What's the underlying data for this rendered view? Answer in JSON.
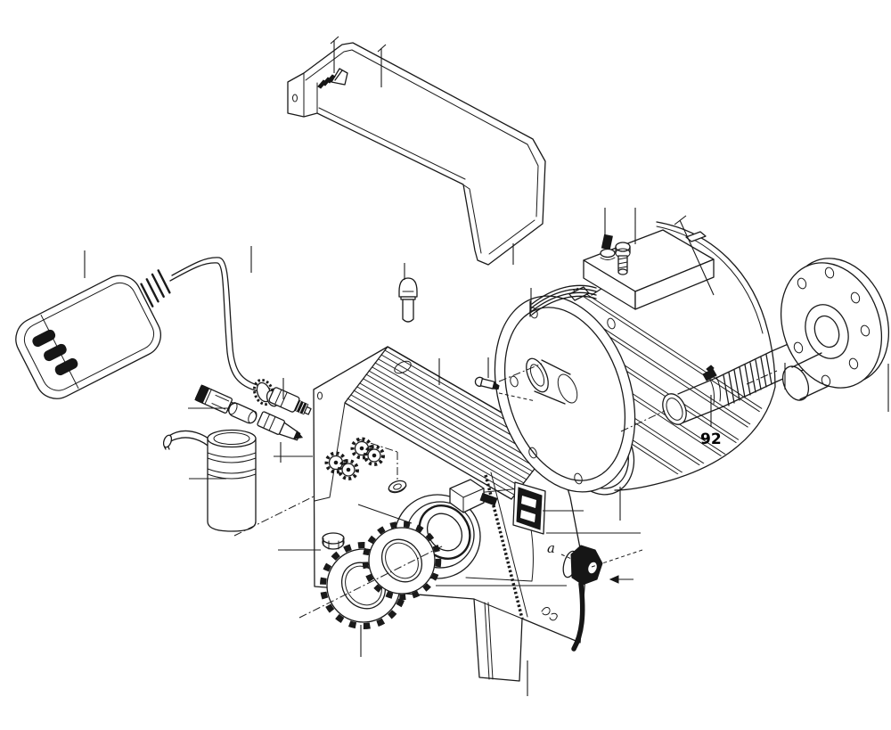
{
  "diagram": {
    "background_color": "#ffffff",
    "line_color": "#1a1a1a",
    "labels": {
      "part_92": "92",
      "annotation_a": "a"
    },
    "parts": [
      "mounting-bracket",
      "bracket-screw",
      "hex-head-bolt",
      "power-plug",
      "power-cable",
      "cable-connector",
      "glow-plug-fitting",
      "spacer-sleeve",
      "nozzle-fitting",
      "fluid-canister",
      "canister-hose",
      "pump-housing",
      "housing-cooling-fins",
      "knurled-nuts",
      "hex-nut",
      "flat-nut",
      "bearing-boss",
      "toothed-lock-washer-front",
      "toothed-lock-washer-rear",
      "stud-block",
      "rocker-switch",
      "cable-gland",
      "gland-cable",
      "support-leg",
      "shaft-seal-ring",
      "electric-motor",
      "motor-terminal-box",
      "terminal-screw",
      "terminal-bolt",
      "wire-loom",
      "motor-shaft",
      "coupling-sleeve",
      "coupling-clamp-screw",
      "corrugated-coupling",
      "drive-shaft",
      "mounting-flange"
    ]
  }
}
